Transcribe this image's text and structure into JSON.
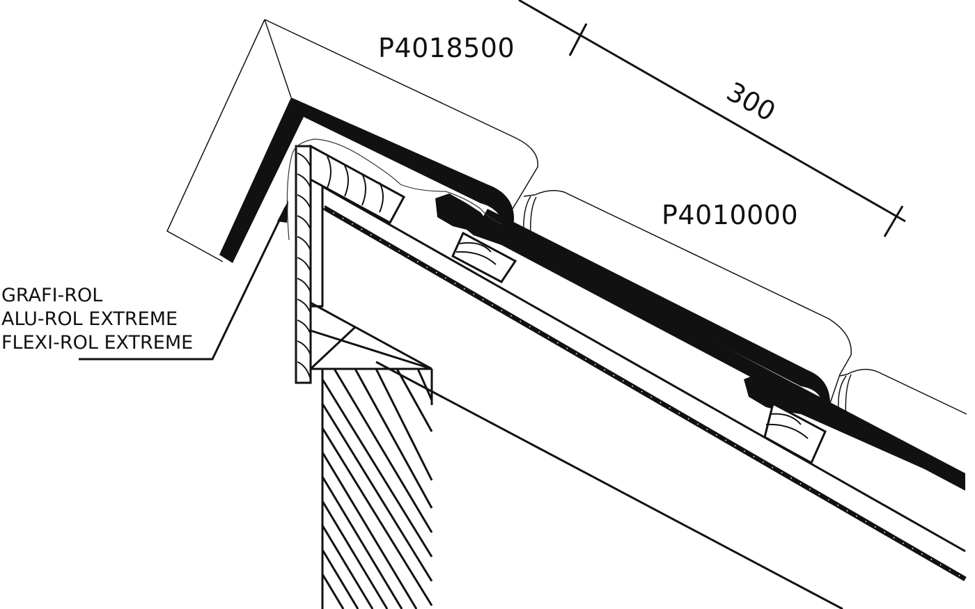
{
  "drawing": {
    "type": "roof ridge cross-section detail",
    "labels": {
      "ridge_tile_code": "P4018500",
      "roof_tile_code": "P4010000",
      "dimension_value": "300"
    },
    "material_callout": {
      "lines": [
        "GRAFI-ROL",
        "ALU-ROL EXTREME",
        "FLEXI-ROL EXTREME"
      ]
    },
    "colors": {
      "ink": "#111111",
      "background": "#ffffff"
    }
  }
}
